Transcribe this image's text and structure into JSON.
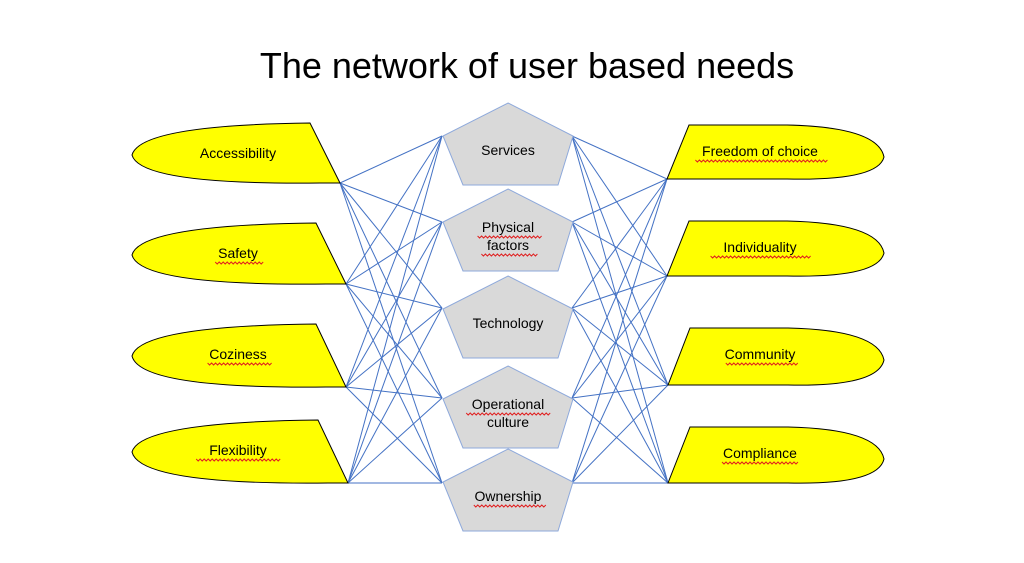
{
  "title": "The network of user based needs",
  "colors": {
    "left_fill": "#ffff00",
    "right_fill": "#ffff00",
    "center_fill": "#d9d9d9",
    "center_stroke": "#8ea9db",
    "line": "#4472c4",
    "outline": "#000000"
  },
  "left_nodes": [
    "Accessibility",
    "Safety",
    "Coziness",
    "Flexibility"
  ],
  "center_nodes": [
    [
      "Services"
    ],
    [
      "Physical",
      "factors"
    ],
    [
      "Technology"
    ],
    [
      "Operational",
      "culture"
    ],
    [
      "Ownership"
    ]
  ],
  "right_nodes": [
    "Freedom of choice",
    "Individuality",
    "Community",
    "Compliance"
  ]
}
